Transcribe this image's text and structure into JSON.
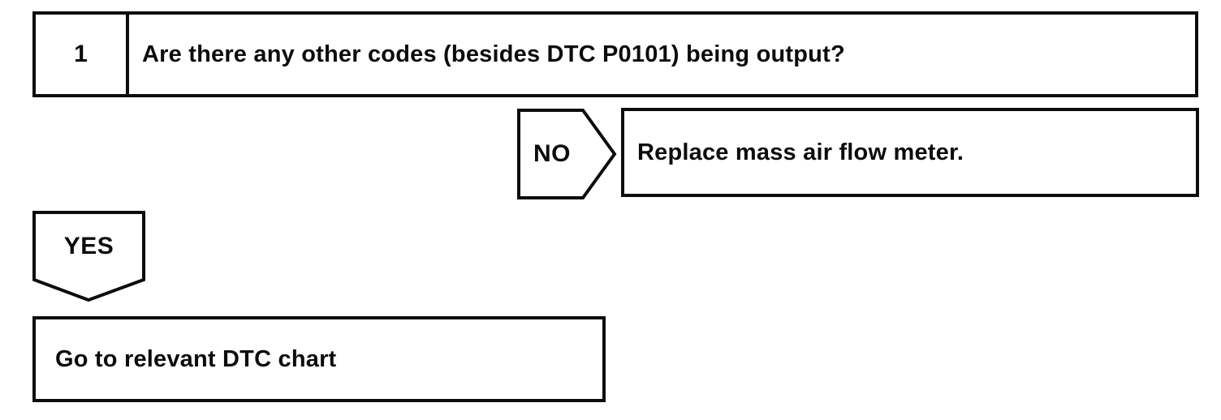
{
  "page": {
    "background": "#ffffff",
    "line_color": "#0d0d0d"
  },
  "flowchart": {
    "step": {
      "number": "1",
      "question": "Are there any other codes (besides DTC P0101) being output?"
    },
    "no_branch": {
      "label": "NO",
      "action": "Replace mass air flow meter."
    },
    "yes_branch": {
      "label": "YES",
      "action": "Go to relevant DTC chart"
    }
  }
}
